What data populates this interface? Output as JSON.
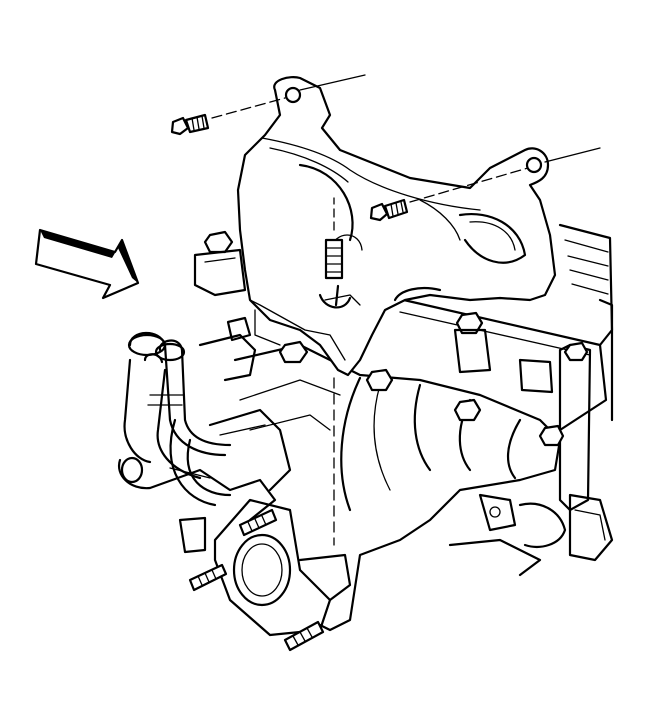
{
  "diagram": {
    "kind": "exploded-view line illustration",
    "line_color": "#000000",
    "background_color": "#ffffff",
    "parts": [
      {
        "name": "exhaust-manifold-heat-shield",
        "icon": "heat-shield-icon"
      },
      {
        "name": "heat-shield-bolt-upper-left",
        "icon": "bolt-icon"
      },
      {
        "name": "heat-shield-bolt-upper-right",
        "icon": "bolt-icon"
      },
      {
        "name": "heat-shield-stud-center",
        "icon": "stud-icon"
      },
      {
        "name": "exhaust-manifold",
        "icon": "manifold-icon"
      },
      {
        "name": "manifold-flange-studs",
        "icon": "stud-icon"
      },
      {
        "name": "coolant-hoses",
        "icon": "hose-icon"
      },
      {
        "name": "view-direction-arrow",
        "icon": "arrow-icon"
      }
    ]
  }
}
